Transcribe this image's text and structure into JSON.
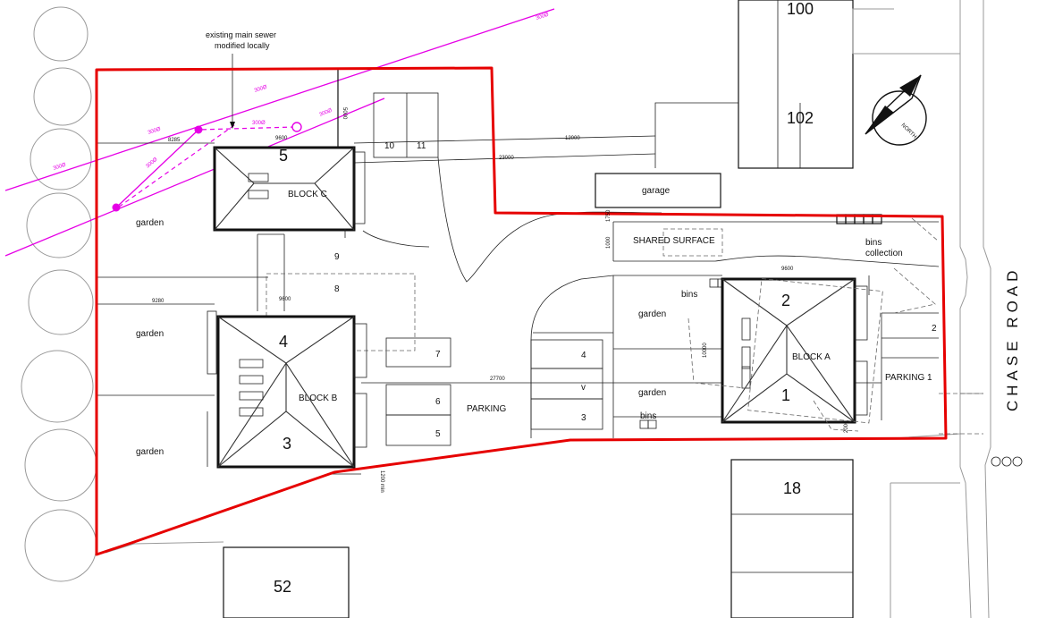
{
  "notes": {
    "sewer_line1": "existing main sewer",
    "sewer_line2": "modified locally",
    "sewer_dim": "300Ø"
  },
  "road_name": "CHASE ROAD",
  "north_label": "NORTH",
  "neighbours": {
    "house_top": "100",
    "house_102": "102",
    "house_18": "18",
    "house_52": "52",
    "garage": "garage"
  },
  "areas": {
    "shared_surface": "SHARED SURFACE",
    "bins_collection_1": "bins",
    "bins_collection_2": "collection",
    "parking": "PARKING",
    "parking_1": "PARKING 1",
    "bins": "bins",
    "garden": "garden"
  },
  "blocks": {
    "block_a": "BLOCK A",
    "block_b": "BLOCK B",
    "block_c": "BLOCK C"
  },
  "units": {
    "u1": "1",
    "u2": "2",
    "u3": "3",
    "u4": "4",
    "u5": "5"
  },
  "spaces": {
    "s1": "1",
    "s2": "2",
    "s3": "3",
    "s4": "4",
    "sv": "v",
    "s5": "5",
    "s6": "6",
    "s7": "7",
    "s8": "8",
    "s9": "9",
    "s10": "10",
    "s11": "11"
  },
  "dims": {
    "d27700": "27700",
    "d12000": "12000",
    "d23000": "23000",
    "d9600": "9600",
    "d8285": "8285",
    "d9280": "9280",
    "d10000": "10000",
    "d5000": "5000",
    "d1750": "1750",
    "d1000": "1000",
    "d1200min": "1200 min",
    "d2000": "2000"
  }
}
